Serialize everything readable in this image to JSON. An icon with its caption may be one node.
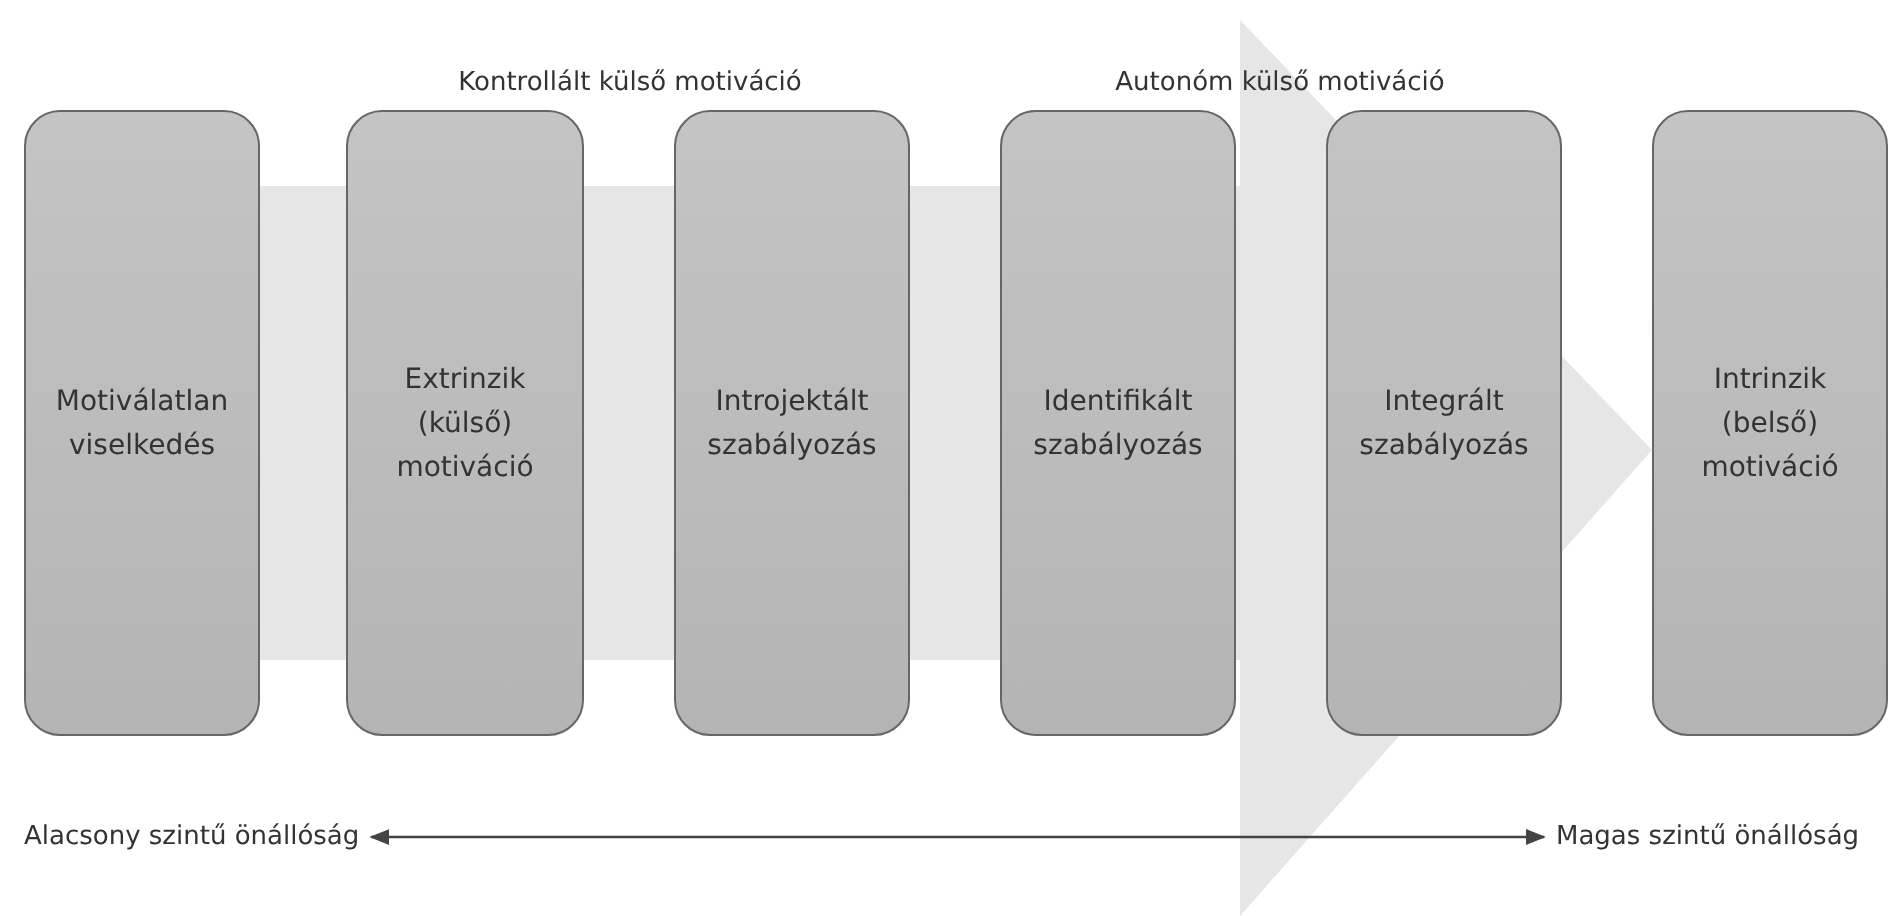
{
  "diagram": {
    "nodes": [
      {
        "text": [
          "Motiválatlan viselkedés"
        ]
      },
      {
        "text": [
          "Extrinzik (külső) motiváció"
        ]
      },
      {
        "text": [
          "Introjektált szabályozás"
        ]
      },
      {
        "text": [
          "Identifikált szabályozás"
        ]
      },
      {
        "text": [
          "Integrált szabályozás"
        ]
      },
      {
        "text": [
          "Intrinzik (belső) motiváció"
        ]
      },
      {
        "text": [
          "Alacsony szintű önállóság"
        ]
      },
      {
        "text": [
          "Magas szintű önállóság"
        ]
      }
    ],
    "edges": [
      {
        "from": 6,
        "to": 7,
        "arrow": "both"
      },
      {
        "from": 0,
        "to": 5,
        "arrow": "to",
        "style": "thick",
        "color": "#e6e6e6"
      }
    ],
    "labels": [
      "Kontrollált külső motiváció",
      "Autonóm külső motiváció"
    ]
  }
}
